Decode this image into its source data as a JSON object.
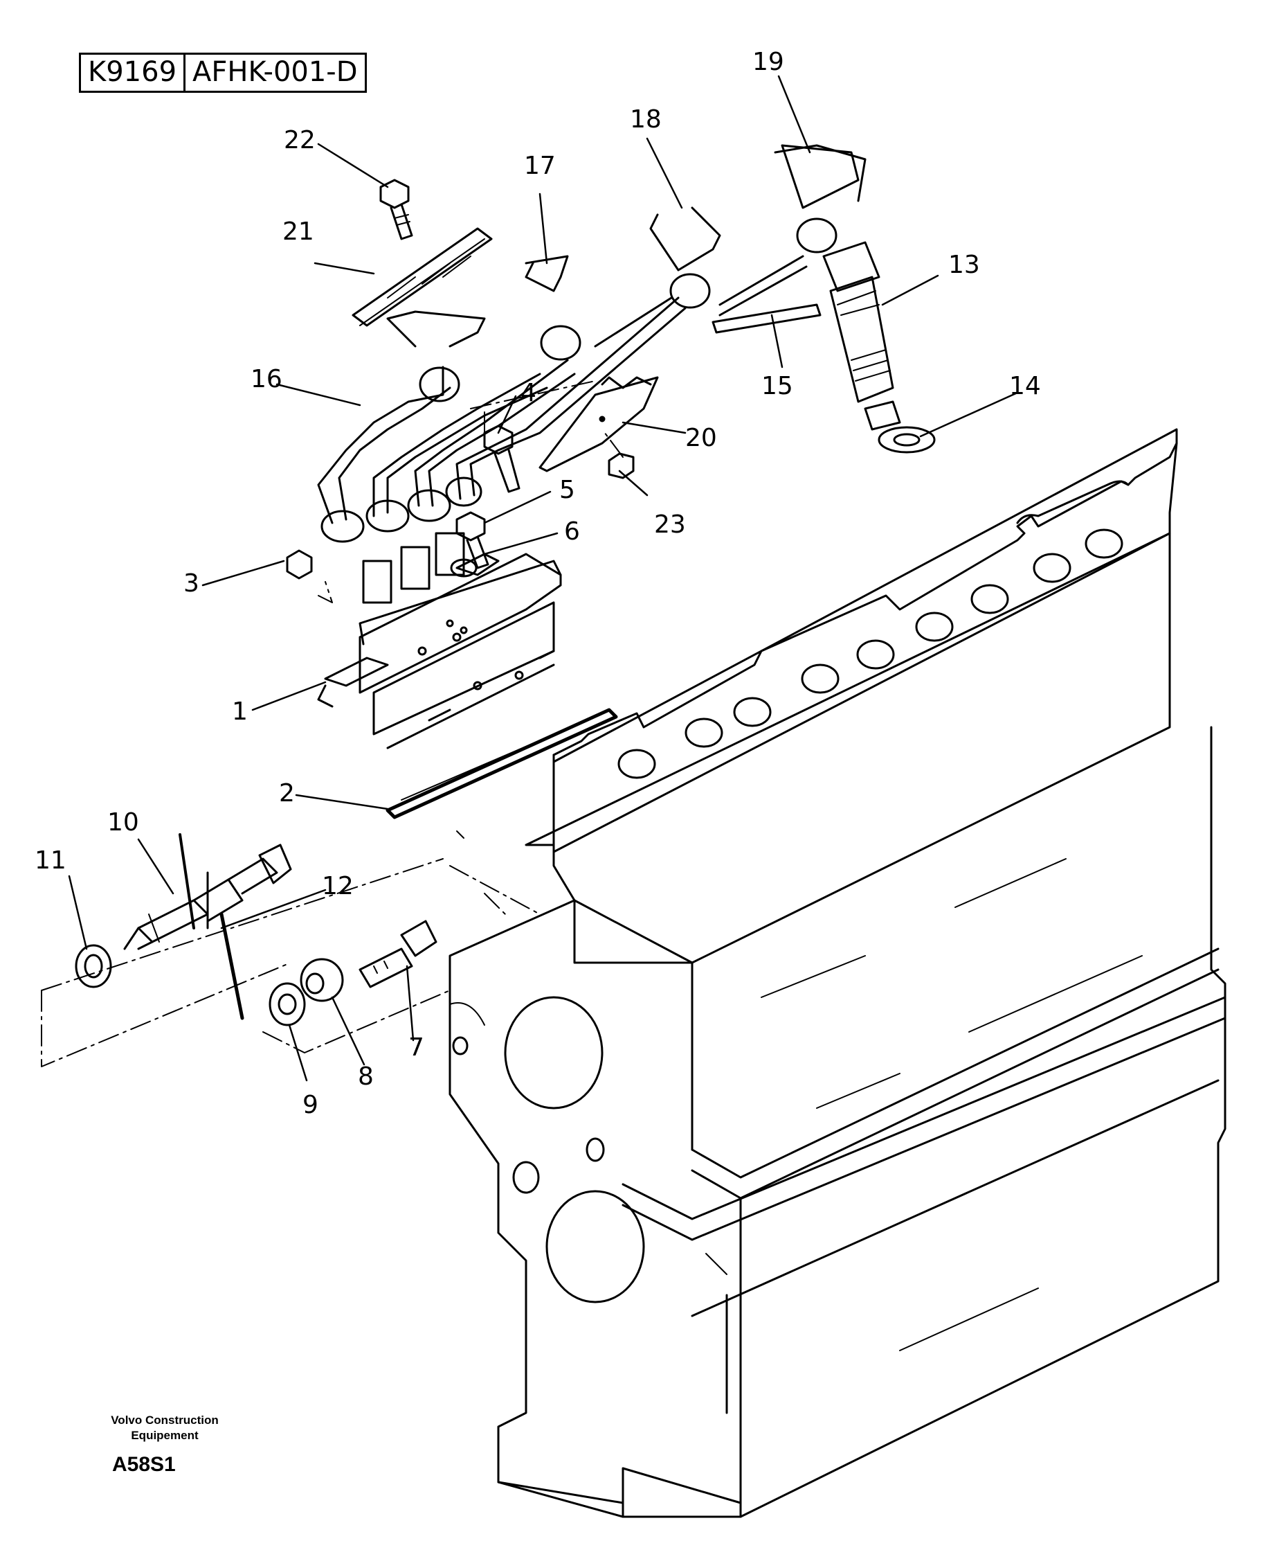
{
  "header": {
    "sheet_id": "K9169",
    "drawing_code": "AFHK-001-D"
  },
  "callouts": {
    "c1": "1",
    "c2": "2",
    "c3": "3",
    "c4": "4",
    "c5": "5",
    "c6": "6",
    "c7": "7",
    "c8": "8",
    "c9": "9",
    "c10": "10",
    "c11": "11",
    "c12": "12",
    "c13": "13",
    "c14": "14",
    "c15": "15",
    "c16": "16",
    "c17": "17",
    "c18": "18",
    "c19": "19",
    "c20": "20",
    "c21": "21",
    "c22": "22",
    "c23": "23"
  },
  "footer": {
    "company_line1": "Volvo Construction",
    "company_line2": "Equipement",
    "code": "A58S1"
  }
}
